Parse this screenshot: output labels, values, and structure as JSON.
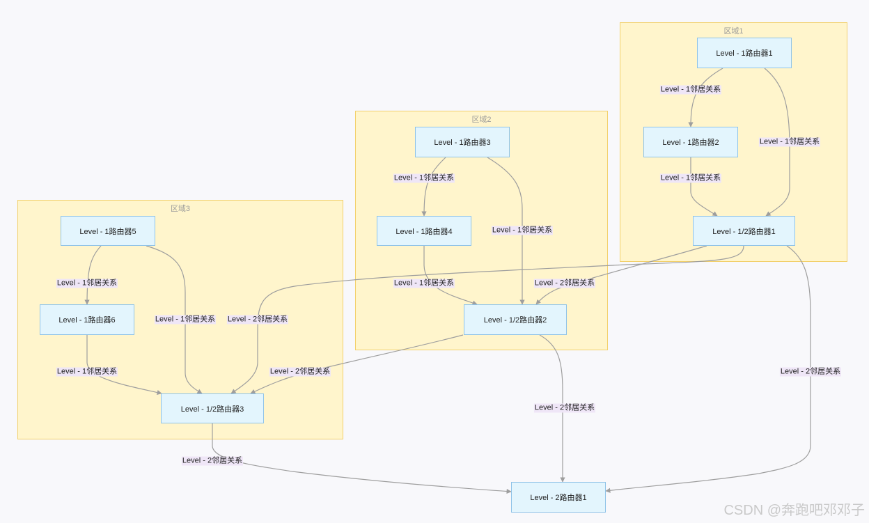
{
  "areas": {
    "area1": "区域1",
    "area2": "区域2",
    "area3": "区域3"
  },
  "nodes": {
    "r1": "Level - 1路由器1",
    "r2": "Level - 1路由器2",
    "r3": "Level - 1路由器3",
    "r4": "Level - 1路由器4",
    "r5": "Level - 1路由器5",
    "r6": "Level - 1路由器6",
    "m1": "Level - 1/2路由器1",
    "m2": "Level - 1/2路由器2",
    "m3": "Level - 1/2路由器3",
    "l2r1": "Level - 2路由器1"
  },
  "edges": {
    "e_r1_r2": "Level - 1邻居关系",
    "e_r1_m1": "Level - 1邻居关系",
    "e_r2_m1": "Level - 1邻居关系",
    "e_r3_r4": "Level - 1邻居关系",
    "e_r3_m2": "Level - 1邻居关系",
    "e_r4_m2": "Level - 1邻居关系",
    "e_m1_m2": "Level - 2邻居关系",
    "e_r5_r6": "Level - 1邻居关系",
    "e_r5_m3": "Level - 1邻居关系",
    "e_m1_m3": "Level - 2邻居关系",
    "e_r6_m3": "Level - 1邻居关系",
    "e_m2_m3": "Level - 2邻居关系",
    "e_m2_l2": "Level - 2邻居关系",
    "e_m1_l2": "Level - 2邻居关系",
    "e_m3_l2": "Level - 2邻居关系"
  },
  "watermark": "CSDN @奔跑吧邓邓子",
  "colors": {
    "area_fill": "#fff5cc",
    "area_border": "#f2d06b",
    "node_fill": "#e3f5fd",
    "node_border": "#8fc3e8",
    "edge": "#9e9e9e",
    "edge_label_bg": "#efe6f7"
  }
}
